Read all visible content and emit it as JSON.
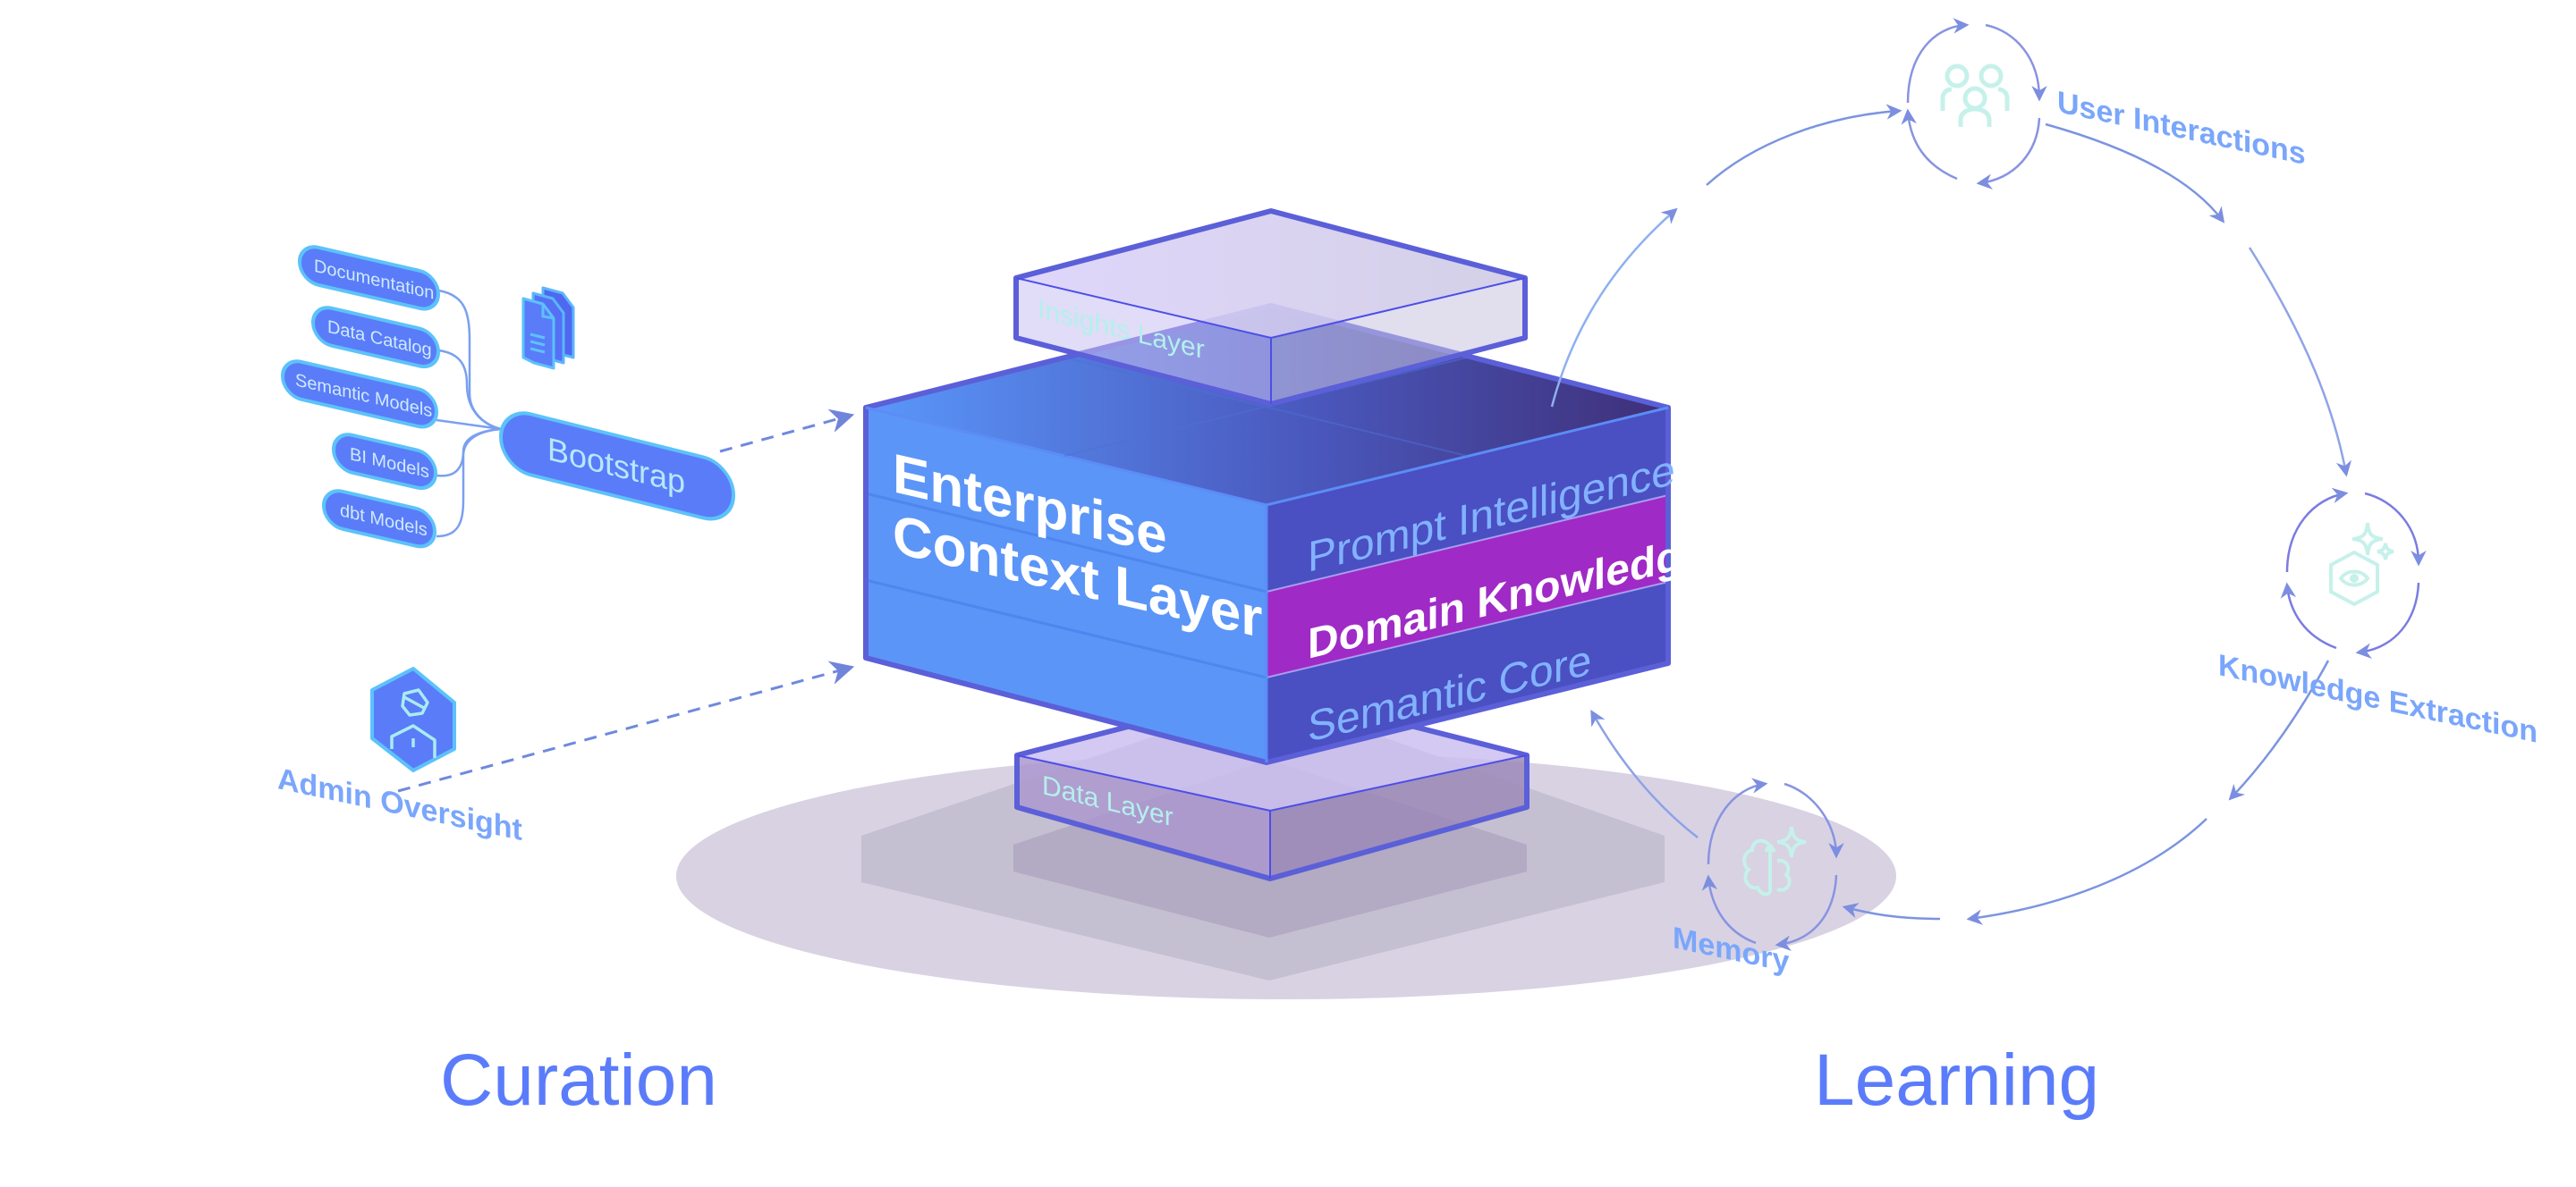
{
  "diagram": {
    "sections": {
      "left_title": "Curation",
      "right_title": "Learning"
    },
    "curation": {
      "sources": [
        {
          "label": "Documentation"
        },
        {
          "label": "Data Catalog"
        },
        {
          "label": "Semantic Models"
        },
        {
          "label": "BI Models"
        },
        {
          "label": "dbt Models"
        }
      ],
      "bootstrap_label": "Bootstrap",
      "documents_icon": "documents-icon",
      "admin_label": "Admin Oversight",
      "admin_icon": "admin-user-icon"
    },
    "stack": {
      "top_layer": "Insights Layer",
      "main_title_line1": "Enterprise",
      "main_title_line2": "Context Layer",
      "bands": [
        {
          "label": "Prompt Intelligence",
          "highlighted": false
        },
        {
          "label": "Domain Knowledge",
          "highlighted": true
        },
        {
          "label": "Semantic Core",
          "highlighted": false
        }
      ],
      "bottom_layer": "Data Layer"
    },
    "learning_loop": {
      "nodes": [
        {
          "label": "User Interactions",
          "icon": "users-icon"
        },
        {
          "label": "Knowledge Extraction",
          "icon": "insight-eye-icon"
        },
        {
          "label": "Memory",
          "icon": "brain-sparkle-icon"
        }
      ]
    },
    "colors": {
      "accent_blue": "#5b7cfa",
      "cube_left_face": "#5b95f8",
      "cube_right_face": "#4a4fc2",
      "highlight_band": "#a02ac6",
      "outline": "#5b5fd8",
      "ghost_layer": "#d6cef2",
      "label_blue": "#7aa6fb",
      "icon_mint": "#c6f1ea"
    }
  }
}
